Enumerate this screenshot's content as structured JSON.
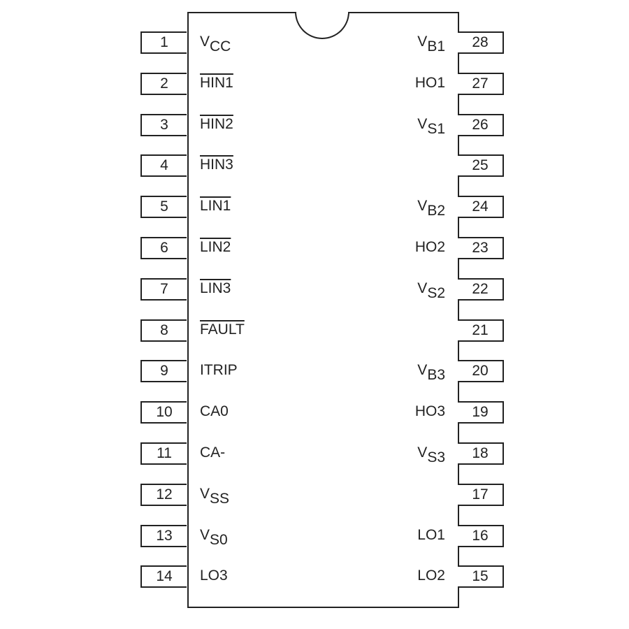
{
  "diagram": {
    "type": "ic-pinout",
    "package": "28-pin DIP",
    "left_pins": [
      {
        "num": "1",
        "name": "V",
        "sub": "CC",
        "overline": false
      },
      {
        "num": "2",
        "name": "HIN1",
        "sub": "",
        "overline": true
      },
      {
        "num": "3",
        "name": "HIN2",
        "sub": "",
        "overline": true
      },
      {
        "num": "4",
        "name": "HIN3",
        "sub": "",
        "overline": true
      },
      {
        "num": "5",
        "name": "LIN1",
        "sub": "",
        "overline": true
      },
      {
        "num": "6",
        "name": "LIN2",
        "sub": "",
        "overline": true
      },
      {
        "num": "7",
        "name": "LIN3",
        "sub": "",
        "overline": true
      },
      {
        "num": "8",
        "name": "FAULT",
        "sub": "",
        "overline": true
      },
      {
        "num": "9",
        "name": "ITRIP",
        "sub": "",
        "overline": false
      },
      {
        "num": "10",
        "name": "CA0",
        "sub": "",
        "overline": false
      },
      {
        "num": "11",
        "name": "CA-",
        "sub": "",
        "overline": false
      },
      {
        "num": "12",
        "name": "V",
        "sub": "SS",
        "overline": false
      },
      {
        "num": "13",
        "name": "V",
        "sub": "S0",
        "overline": false
      },
      {
        "num": "14",
        "name": "LO3",
        "sub": "",
        "overline": false
      }
    ],
    "right_pins": [
      {
        "num": "28",
        "name": "V",
        "sub": "B1",
        "overline": false
      },
      {
        "num": "27",
        "name": "HO1",
        "sub": "",
        "overline": false
      },
      {
        "num": "26",
        "name": "V",
        "sub": "S1",
        "overline": false
      },
      {
        "num": "25",
        "name": "",
        "sub": "",
        "overline": false
      },
      {
        "num": "24",
        "name": "V",
        "sub": "B2",
        "overline": false
      },
      {
        "num": "23",
        "name": "HO2",
        "sub": "",
        "overline": false
      },
      {
        "num": "22",
        "name": "V",
        "sub": "S2",
        "overline": false
      },
      {
        "num": "21",
        "name": "",
        "sub": "",
        "overline": false
      },
      {
        "num": "20",
        "name": "V",
        "sub": "B3",
        "overline": false
      },
      {
        "num": "19",
        "name": "HO3",
        "sub": "",
        "overline": false
      },
      {
        "num": "18",
        "name": "V",
        "sub": "S3",
        "overline": false
      },
      {
        "num": "17",
        "name": "",
        "sub": "",
        "overline": false
      },
      {
        "num": "16",
        "name": "LO1",
        "sub": "",
        "overline": false
      },
      {
        "num": "15",
        "name": "LO2",
        "sub": "",
        "overline": false
      }
    ]
  }
}
